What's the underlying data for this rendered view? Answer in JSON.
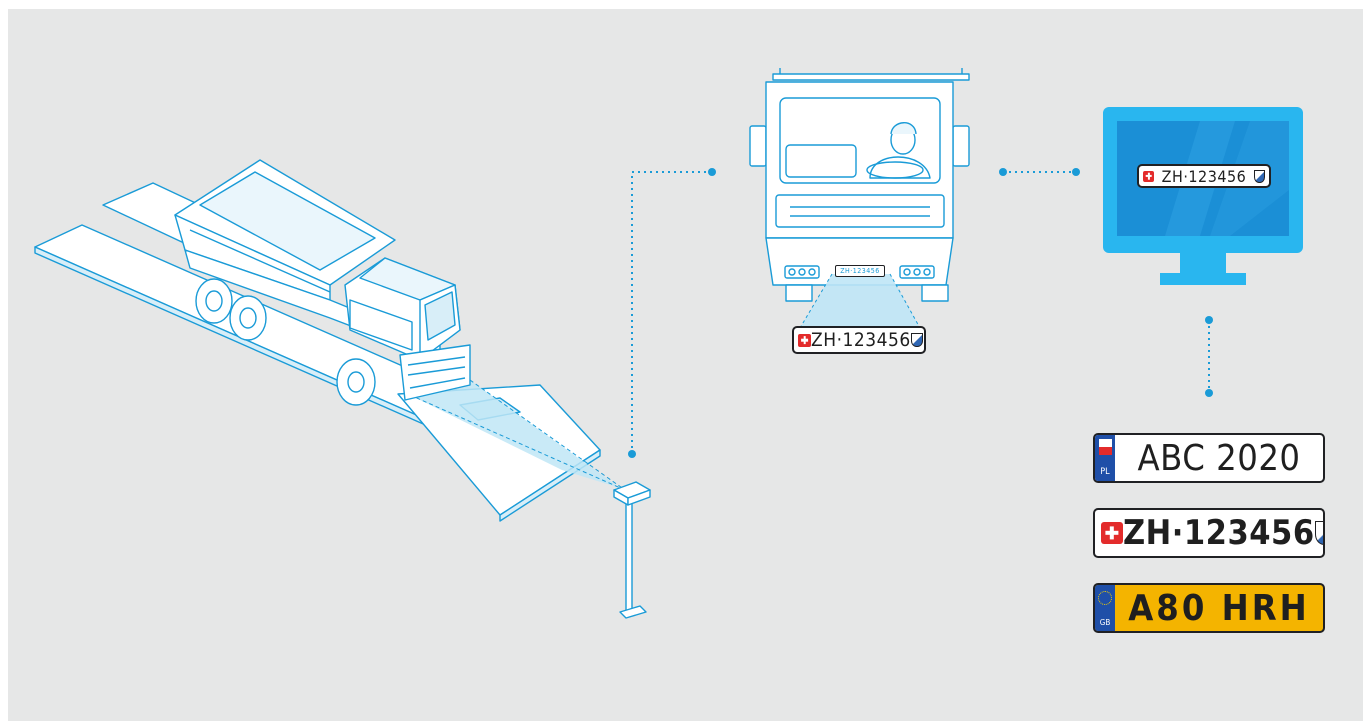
{
  "plates": {
    "camera_readout": "ZH·123456",
    "monitor_readout": "ZH·123456",
    "poland": {
      "text": "ABC 2020",
      "country": "PL"
    },
    "switzerland": {
      "text": "ZH·123456"
    },
    "uk": {
      "text": "A80 HRH",
      "country": "GB"
    },
    "truck_front_small": "ZH·123456"
  },
  "colors": {
    "background": "#e6e7e7",
    "line": "#1a9bd7",
    "monitor": "#29b6ef",
    "screen": "#1b8fd6",
    "beam": "#bfe6f6",
    "uk_plate": "#f4b400"
  }
}
